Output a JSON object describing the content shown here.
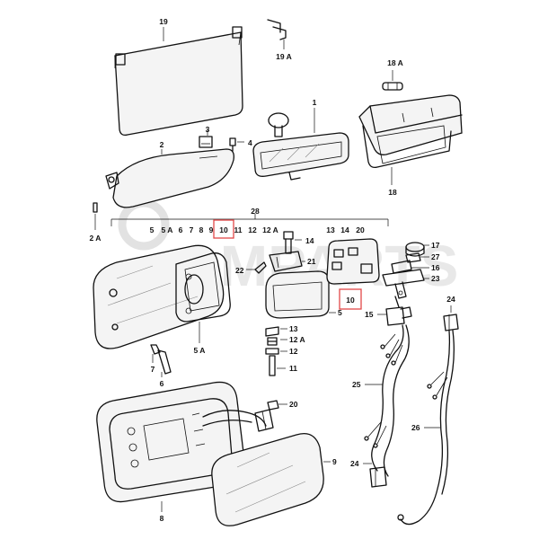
{
  "watermark": "OMPARTS",
  "labels": [
    {
      "id": "p19",
      "text": "19"
    },
    {
      "id": "p19a",
      "text": "19 A"
    },
    {
      "id": "p18a",
      "text": "18 A"
    },
    {
      "id": "p1",
      "text": "1"
    },
    {
      "id": "p3",
      "text": "3"
    },
    {
      "id": "p2",
      "text": "2"
    },
    {
      "id": "p4",
      "text": "4"
    },
    {
      "id": "p18",
      "text": "18"
    },
    {
      "id": "p28",
      "text": "28"
    },
    {
      "id": "p2a",
      "text": "2 A"
    },
    {
      "id": "r5",
      "text": "5"
    },
    {
      "id": "r5a",
      "text": "5 A"
    },
    {
      "id": "r6",
      "text": "6"
    },
    {
      "id": "r7",
      "text": "7"
    },
    {
      "id": "r8",
      "text": "8"
    },
    {
      "id": "r9",
      "text": "9"
    },
    {
      "id": "r10",
      "text": "10"
    },
    {
      "id": "r11",
      "text": "11"
    },
    {
      "id": "r12",
      "text": "12"
    },
    {
      "id": "r12a",
      "text": "12 A"
    },
    {
      "id": "r13",
      "text": "13"
    },
    {
      "id": "r14",
      "text": "14"
    },
    {
      "id": "r20",
      "text": "20"
    },
    {
      "id": "p14",
      "text": "14"
    },
    {
      "id": "p17",
      "text": "17"
    },
    {
      "id": "p27",
      "text": "27"
    },
    {
      "id": "p21",
      "text": "21"
    },
    {
      "id": "p22",
      "text": "22"
    },
    {
      "id": "p16",
      "text": "16"
    },
    {
      "id": "p23",
      "text": "23"
    },
    {
      "id": "p10b",
      "text": "10"
    },
    {
      "id": "p24a",
      "text": "24"
    },
    {
      "id": "p5",
      "text": "5"
    },
    {
      "id": "p15",
      "text": "15"
    },
    {
      "id": "p13",
      "text": "13"
    },
    {
      "id": "p12a",
      "text": "12 A"
    },
    {
      "id": "p5a",
      "text": "5 A"
    },
    {
      "id": "p7",
      "text": "7"
    },
    {
      "id": "p12",
      "text": "12"
    },
    {
      "id": "p6",
      "text": "6"
    },
    {
      "id": "p11",
      "text": "11"
    },
    {
      "id": "p25",
      "text": "25"
    },
    {
      "id": "p20",
      "text": "20"
    },
    {
      "id": "p26",
      "text": "26"
    },
    {
      "id": "p9",
      "text": "9"
    },
    {
      "id": "p24b",
      "text": "24"
    },
    {
      "id": "p8",
      "text": "8"
    }
  ],
  "highlight_color": "#e24848"
}
